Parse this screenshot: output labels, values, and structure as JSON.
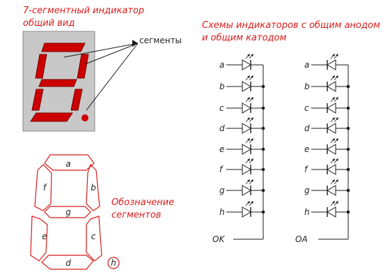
{
  "titles": {
    "general_view": "7-сегментный индикатор\nобщий вид",
    "schemes": "Схемы индикаторов с общим анодом\nи общим катодом",
    "segments_caption": "Обозначение\nсегментов"
  },
  "segments_callout": "сегменты",
  "segment_letters": [
    "a",
    "b",
    "c",
    "d",
    "e",
    "f",
    "g",
    "h"
  ],
  "common_cathode_label": "OK",
  "common_anode_label": "OA",
  "colors": {
    "accent_red": "#d81b1b",
    "segment_red": "#cc0000",
    "panel_gray": "#c8c8c8",
    "line": "#1a1a1a"
  }
}
